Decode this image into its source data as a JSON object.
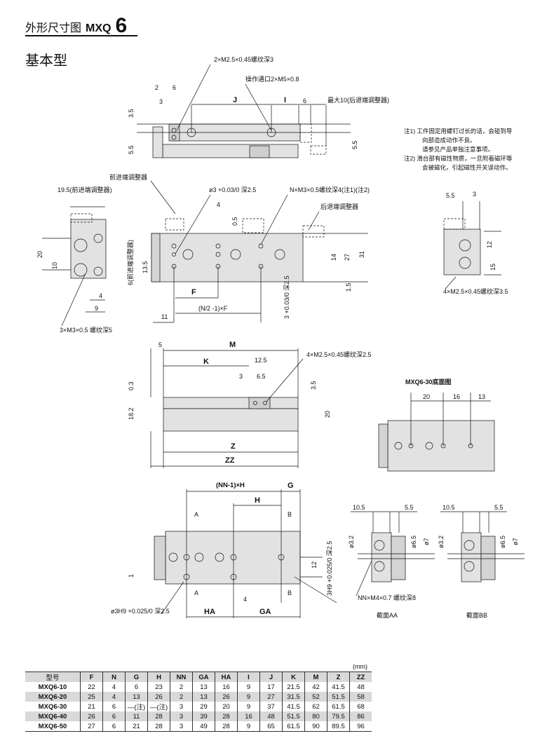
{
  "header": {
    "title_prefix": "外形尺寸图",
    "model": "MXQ",
    "size": "6",
    "section": "基本型"
  },
  "notes": [
    "注1) 工件固定用螺钉过长的话，会碰到导",
    "向部造成动作不良。",
    "请参见产品单独注意事项。",
    "注2) 滑台部有磁性物质，一旦附着磁环等",
    "会被磁化，引起磁性开关误动作。"
  ],
  "top_view": {
    "tap": "2×M2.5×0.45螺纹深3",
    "port": "操作通口2×M5×0.8",
    "d2": "2",
    "d6a": "6",
    "d3": "3",
    "J": "J",
    "I": "I",
    "d6b": "6",
    "max": "最大10(后退端调整器)",
    "d35": "3.5",
    "d55a": "5.5",
    "d55b": "5.5"
  },
  "left_view": {
    "w": "19.5(前进端调整器)",
    "h20": "20",
    "h10": "10",
    "d4": "4",
    "d9": "9",
    "tap": "3×M3×0.5 螺纹深5"
  },
  "front_view": {
    "fwd_adj": "前进端调整器",
    "pin": "ø3 +0.03/0 深2.5",
    "tap": "N×M3×0.5螺纹深4(注1)(注2)",
    "d4": "4",
    "d05": "0.5",
    "rear_adj": "后退端调整器",
    "d6": "6(前进端调整器)",
    "d135": "13.5",
    "d14": "14",
    "d27": "27",
    "d31": "31",
    "d15": "1.5",
    "F": "F",
    "NF": "(N/2 -1)×F",
    "d11": "11",
    "slot": "3 +0.03/0 深2.5"
  },
  "right_view": {
    "d55": "5.5",
    "d3": "3",
    "d12": "12",
    "d15": "15",
    "tap": "4×M2.5×0.45螺纹深3.5"
  },
  "bottom_view": {
    "d5": "5",
    "M": "M",
    "K": "K",
    "d125": "12.5",
    "tap": "4×M2.5×0.45螺纹深2.5",
    "d3": "3",
    "d65": "6.5",
    "d03": "0.3",
    "d35": "3.5",
    "d182": "18.2",
    "d20": "20",
    "Z": "Z",
    "ZZ": "ZZ"
  },
  "base_view": {
    "title": "MXQ6-30底面图",
    "d20": "20",
    "d16": "16",
    "d13": "13"
  },
  "side_view": {
    "NNH": "(NN-1)×H",
    "G": "G",
    "H": "H",
    "A1": "A",
    "B1": "B",
    "d12": "12",
    "pin_r": "3H9 +0.025/0 深2.5",
    "d1": "1",
    "A2": "A",
    "B2": "B",
    "d4": "4",
    "pin_l": "ø3H9 +0.025/0 深2.5",
    "HA": "HA",
    "GA": "GA"
  },
  "section_aa": {
    "d105": "10.5",
    "d55": "5.5",
    "d32": "ø3.2",
    "d65": "ø6.5",
    "d7": "ø7",
    "tap": "NN×M4×0.7 螺纹深8",
    "title": "截面AA"
  },
  "section_bb": {
    "d105": "10.5",
    "d55": "5.5",
    "d32": "ø3.2",
    "d65": "ø6.5",
    "d7": "ø7",
    "title": "截面BB"
  },
  "table": {
    "unit": "(mm)",
    "headers": [
      "型号",
      "F",
      "N",
      "G",
      "H",
      "NN",
      "GA",
      "HA",
      "I",
      "J",
      "K",
      "M",
      "Z",
      "ZZ"
    ],
    "rows": [
      [
        "MXQ6-10",
        "22",
        "4",
        "6",
        "23",
        "2",
        "13",
        "16",
        "9",
        "17",
        "21.5",
        "42",
        "41.5",
        "48"
      ],
      [
        "MXQ6-20",
        "25",
        "4",
        "13",
        "26",
        "2",
        "13",
        "26",
        "9",
        "27",
        "31.5",
        "52",
        "51.5",
        "58"
      ],
      [
        "MXQ6-30",
        "21",
        "6",
        "—(注)",
        "—(注)",
        "3",
        "29",
        "20",
        "9",
        "37",
        "41.5",
        "62",
        "61.5",
        "68"
      ],
      [
        "MXQ6-40",
        "26",
        "6",
        "11",
        "28",
        "3",
        "39",
        "28",
        "16",
        "48",
        "51.5",
        "80",
        "79.5",
        "86"
      ],
      [
        "MXQ6-50",
        "27",
        "6",
        "21",
        "28",
        "3",
        "49",
        "28",
        "9",
        "65",
        "61.5",
        "90",
        "89.5",
        "96"
      ]
    ]
  }
}
